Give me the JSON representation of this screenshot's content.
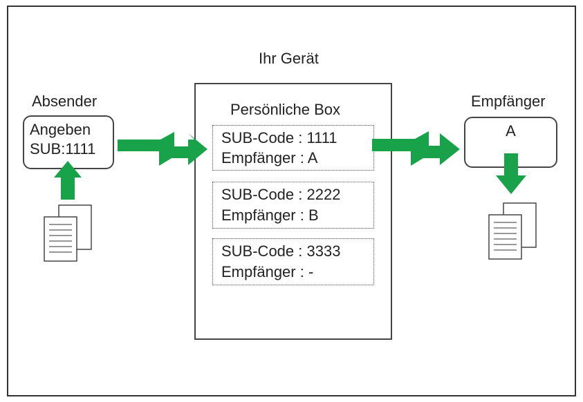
{
  "device": {
    "title": "Ihr Gerät",
    "box_title": "Persönliche Box"
  },
  "sender": {
    "label": "Absender",
    "line1": "Angeben",
    "line2": "SUB:1111"
  },
  "receiver": {
    "label": "Empfänger",
    "value": "A"
  },
  "entries": [
    {
      "code": "SUB-Code : 1111",
      "recipient": "Empfänger : A"
    },
    {
      "code": "SUB-Code : 2222",
      "recipient": "Empfänger : B"
    },
    {
      "code": "SUB-Code : 3333",
      "recipient": "Empfänger : -"
    }
  ],
  "colors": {
    "arrow": "#18a34a",
    "border": "#444444"
  },
  "icons": [
    "document-stack-icon",
    "transmission-arrow-icon",
    "arrow-up-icon",
    "arrow-down-icon"
  ]
}
